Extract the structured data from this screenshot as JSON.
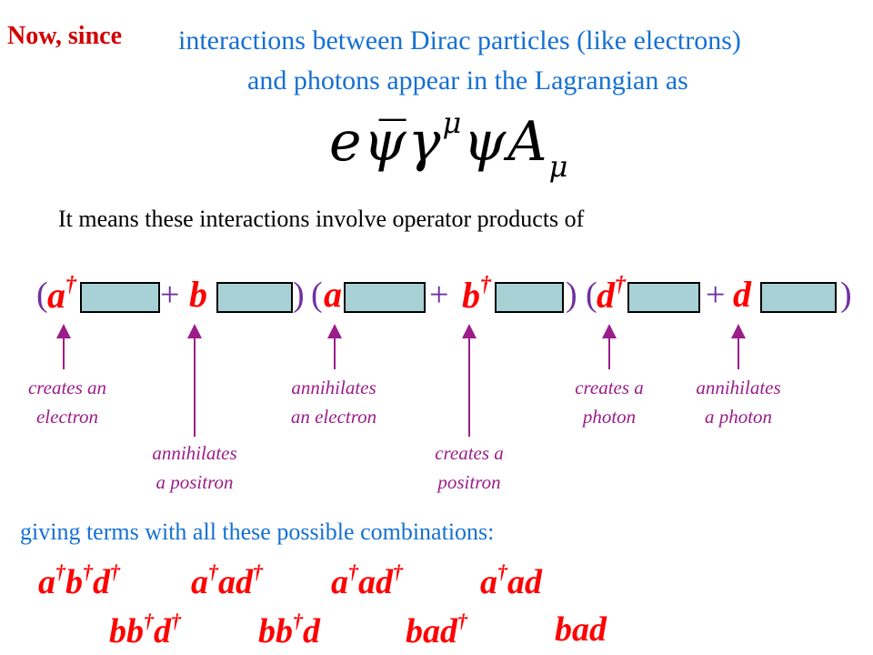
{
  "slide": {
    "lead_in": "Now, since",
    "intro_line1": "interactions between Dirac particles (like electrons)",
    "intro_line2": "and photons appear in the Lagrangian as",
    "formula": {
      "e": "e",
      "psibar": "ψ̅",
      "gamma": "γ",
      "mu_sup": "μ",
      "psi": "ψ",
      "A": "A",
      "mu_sub": "μ"
    },
    "means_text": "It means these interactions involve operator products of",
    "operators": {
      "open1": "(",
      "a": "a",
      "plus1": "+",
      "b": "b",
      "close1": ")",
      "open2": "(",
      "a2": "a",
      "plus2": "+",
      "b2": "b",
      "close2": ")",
      "open3": "(",
      "d": "d",
      "plus3": "+",
      "d2": "d",
      "close3": ")",
      "dagger": "†"
    },
    "annotations": {
      "creates_electron": [
        "creates an",
        "electron"
      ],
      "annihilates_positron": [
        "annihilates",
        "a positron"
      ],
      "annihilates_electron": [
        "annihilates",
        "an electron"
      ],
      "creates_positron": [
        "creates a",
        "positron"
      ],
      "creates_photon": [
        "creates a",
        "photon"
      ],
      "annihilates_photon": [
        "annihilates",
        "a photon"
      ]
    },
    "giving_text": "giving terms with all these possible combinations:",
    "terms_row1": [
      [
        "a",
        "†",
        "b",
        "†",
        "d",
        "†"
      ],
      [
        "a",
        "†",
        "ad",
        "†"
      ],
      [
        "a",
        "†",
        "ad",
        "†"
      ],
      [
        "a",
        "†",
        "ad",
        ""
      ]
    ],
    "terms_row2": [
      [
        "bb",
        "†",
        "d",
        "†"
      ],
      [
        "bb",
        "†",
        "d",
        ""
      ],
      [
        "bad",
        "†"
      ],
      [
        "bad",
        ""
      ]
    ],
    "colors": {
      "lead_in": "#d10000",
      "intro": "#1570d3",
      "operators": "#ff0000",
      "parens": "#7030a0",
      "annotations": "#9b1d8a",
      "box_fill": "#a8d1d6"
    }
  }
}
